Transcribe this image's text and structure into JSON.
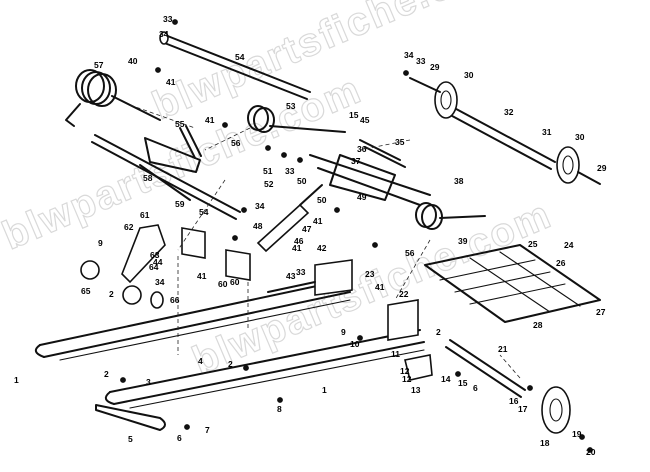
{
  "watermark": "blwpartsfiche.com",
  "callouts": [
    "1",
    "1",
    "2",
    "2",
    "2",
    "2",
    "3",
    "4",
    "5",
    "6",
    "6",
    "7",
    "8",
    "9",
    "9",
    "10",
    "11",
    "12",
    "12",
    "13",
    "14",
    "15",
    "15",
    "16",
    "17",
    "18",
    "19",
    "20",
    "21",
    "22",
    "23",
    "24",
    "25",
    "26",
    "27",
    "28",
    "29",
    "29",
    "30",
    "30",
    "31",
    "32",
    "33",
    "33",
    "33",
    "33",
    "34",
    "34",
    "34",
    "34",
    "35",
    "36",
    "37",
    "38",
    "39",
    "40",
    "41",
    "41",
    "41",
    "41",
    "41",
    "41",
    "42",
    "43",
    "44",
    "45",
    "46",
    "47",
    "48",
    "49",
    "50",
    "50",
    "51",
    "52",
    "53",
    "54",
    "54",
    "55",
    "56",
    "56",
    "57",
    "58",
    "59",
    "60",
    "60",
    "61",
    "62",
    "63",
    "64",
    "65",
    "66"
  ]
}
